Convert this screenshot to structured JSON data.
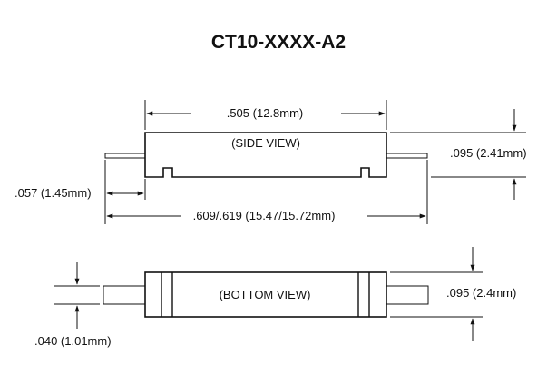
{
  "title": "CT10-XXXX-A2",
  "side_view": {
    "label": "(SIDE VIEW)",
    "dim_body_length": ".505 (12.8mm)",
    "dim_height": ".095 (2.41mm)",
    "dim_lead_length": ".057 (1.45mm)",
    "dim_overall_length": ".609/.619 (15.47/15.72mm)"
  },
  "bottom_view": {
    "label": "(BOTTOM VIEW)",
    "dim_width": ".095 (2.4mm)",
    "dim_lead_width": ".040 (1.01mm)"
  }
}
